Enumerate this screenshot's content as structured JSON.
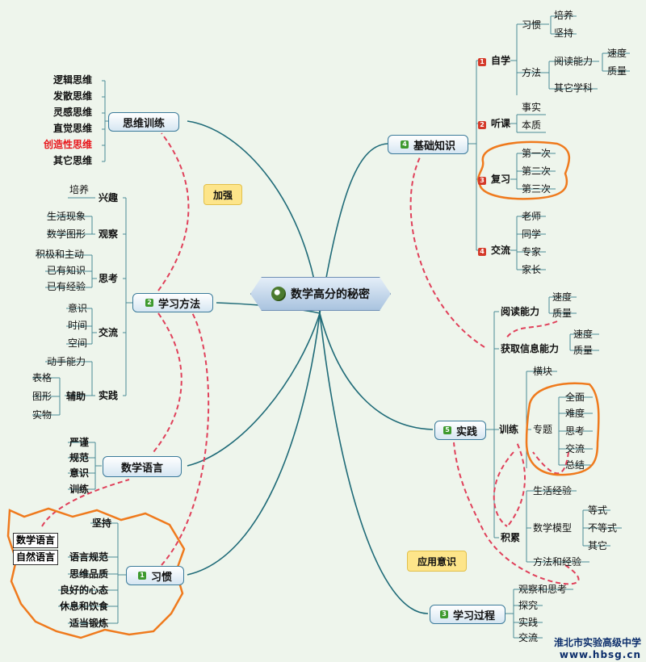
{
  "center": {
    "title": "数学高分的秘密"
  },
  "left": {
    "thinking": {
      "label": "思维训练",
      "items": [
        "逻辑思维",
        "发散思维",
        "灵感思维",
        "直觉思维",
        "创造性思维",
        "其它思维"
      ]
    },
    "method": {
      "label": "学习方法",
      "badge": "2",
      "interest": {
        "label": "兴趣",
        "items": [
          "培养"
        ]
      },
      "observe": {
        "label": "观察",
        "items": [
          "生活现象",
          "数学图形"
        ]
      },
      "think": {
        "label": "思考",
        "items": [
          "积极和主动",
          "已有知识",
          "已有经验"
        ]
      },
      "communicate": {
        "label": "交流",
        "items": [
          "意识",
          "时间",
          "空间"
        ]
      },
      "practice": {
        "label": "实践",
        "items": [
          "动手能力"
        ],
        "assist": {
          "label": "辅助",
          "items": [
            "表格",
            "图形",
            "实物"
          ]
        }
      }
    },
    "language": {
      "label": "数学语言",
      "items": [
        "严谨",
        "规范",
        "意识",
        "训练"
      ]
    },
    "habit": {
      "label": "习惯",
      "badge": "1",
      "items": [
        "坚持",
        "语言规范",
        "思维品质",
        "良好的心态",
        "休息和饮食",
        "适当锻炼"
      ],
      "boxed": [
        "数学语言",
        "自然语言"
      ]
    },
    "callout_strengthen": "加强"
  },
  "right": {
    "basics": {
      "label": "基础知识",
      "badge": "4",
      "self_study": {
        "label": "自学",
        "badge": "1",
        "habit": {
          "label": "习惯",
          "items": [
            "培养",
            "坚持"
          ]
        },
        "method": {
          "label": "方法",
          "reading": {
            "label": "阅读能力",
            "items": [
              "速度",
              "质量"
            ]
          },
          "other": "其它学科"
        }
      },
      "listen": {
        "label": "听课",
        "badge": "2",
        "items": [
          "事实",
          "本质"
        ]
      },
      "review": {
        "label": "复习",
        "badge": "3",
        "items": [
          "第一次",
          "第二次",
          "第三次"
        ]
      },
      "exchange": {
        "label": "交流",
        "badge": "4",
        "items": [
          "老师",
          "同学",
          "专家",
          "家长"
        ]
      }
    },
    "practice": {
      "label": "实践",
      "badge": "5",
      "reading": {
        "label": "阅读能力",
        "items": [
          "速度",
          "质量"
        ]
      },
      "info": {
        "label": "获取信息能力",
        "items": [
          "速度",
          "质量"
        ]
      },
      "training": {
        "label": "训练",
        "horizontal": "横块",
        "topic": {
          "label": "专题",
          "items": [
            "全面",
            "难度",
            "思考",
            "交流",
            "总结"
          ]
        }
      },
      "accumulate": {
        "label": "积累",
        "life": "生活经验",
        "model": {
          "label": "数学模型",
          "items": [
            "等式",
            "不等式",
            "其它"
          ]
        },
        "method": "方法和经验"
      }
    },
    "process": {
      "label": "学习过程",
      "badge": "3",
      "items": [
        "观察和思考",
        "探究",
        "实践",
        "交流"
      ]
    },
    "callout_apply": "应用意识"
  },
  "footer": {
    "school": "淮北市实验高级中学",
    "url": "www.hbsg.cn"
  },
  "colors": {
    "branch": "#1f6b78",
    "dashed": "#e0405a",
    "highlight": "#ef7a1d"
  }
}
